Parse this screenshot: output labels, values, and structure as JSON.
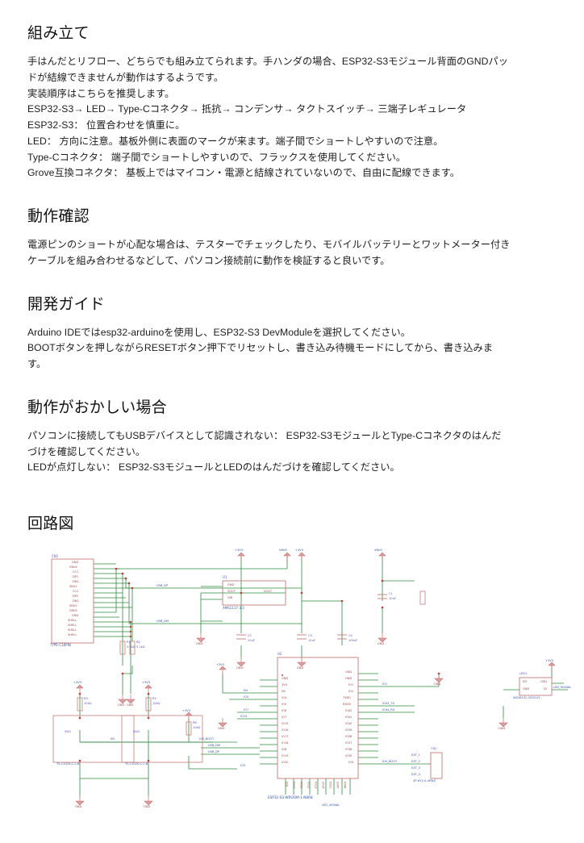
{
  "sections": [
    {
      "id": "assembly",
      "heading": "組み立て",
      "lines": [
        "手はんだとリフロー、どちらでも組み立てられます。手ハンダの場合、ESP32-S3モジュール背面のGNDパッ",
        "ドが結線できませんが動作はするようです。",
        "実装順序はこちらを推奨します。",
        "ESP32-S3→ LED→ Type-Cコネクタ→ 抵抗→ コンデンサ→ タクトスイッチ→ 三端子レギュレータ",
        "ESP32-S3： 位置合わせを慎重に。",
        "LED： 方向に注意。基板外側に表面のマークが来ます。端子間でショートしやすいので注意。",
        "Type-Cコネクタ： 端子間でショートしやすいので、フラックスを使用してください。",
        "Grove互換コネクタ： 基板上ではマイコン・電源と結線されていないので、自由に配線できます。"
      ]
    },
    {
      "id": "operation-check",
      "heading": "動作確認",
      "lines": [
        "電源ピンのショートが心配な場合は、テスターでチェックしたり、モバイルバッテリーとワットメーター付き",
        "ケーブルを組み合わせるなどして、パソコン接続前に動作を検証すると良いです。"
      ]
    },
    {
      "id": "dev-guide",
      "heading": "開発ガイド",
      "lines": [
        "Arduino IDEではesp32-arduinoを使用し、ESP32-S3 DevModuleを選択してください。",
        "BOOTボタンを押しながらRESETボタン押下でリセットし、書き込み待機モードにしてから、書き込みま",
        "す。"
      ]
    },
    {
      "id": "troubleshooting",
      "heading": "動作がおかしい場合",
      "lines": [
        "パソコンに接続してもUSBデバイスとして認識されない： ESP32-S3モジュールとType-Cコネクタのはんだ",
        "づけを確認してください。",
        "LEDが点灯しない： ESP32-S3モジュールとLEDのはんだづけを確認してください。"
      ]
    },
    {
      "id": "schematic",
      "heading": "回路図",
      "lines": []
    }
  ],
  "schematic": {
    "colors": {
      "component_outline": "#c97a7a",
      "wire": "#2e8b3f",
      "designator": "#5555cc",
      "pin_label": "#9a4a4a",
      "net_label": "#3355aa",
      "junction": "#c0392b",
      "power_symbol": "#cc6666"
    },
    "components": [
      {
        "ref": "CN1",
        "value": "TYPE-C16PIN",
        "type": "usb-c-connector",
        "pins": [
          "GND",
          "VBUS",
          "CC1",
          "DP1",
          "DN1",
          "SBU1",
          "CC2",
          "DP2",
          "DN2",
          "SBU2",
          "VBUS",
          "GND",
          "SHELL",
          "SHELL",
          "SHELL",
          "SHELL"
        ]
      },
      {
        "ref": "U1",
        "value": "AMS1117-3.3",
        "type": "ldo-regulator",
        "pins": [
          "GND",
          "VOUT",
          "VIN",
          "VOUT"
        ]
      },
      {
        "ref": "U2",
        "value": "ESP32-S3-WROOM-1-N8R8",
        "type": "mcu-module",
        "left_pins": [
          "GND",
          "3V3",
          "EN",
          "IO4",
          "IO5",
          "IO6",
          "IO7",
          "IO15",
          "IO16",
          "IO17",
          "IO18",
          "IO8",
          "IO19",
          "IO20"
        ],
        "right_pins": [
          "GND",
          "GND",
          "IO1",
          "IO2",
          "TXD0",
          "RXD0",
          "IO42",
          "IO41",
          "IO40",
          "IO39",
          "IO38",
          "IO37",
          "IO36",
          "IO35",
          "IO0"
        ],
        "bottom_pins": [
          "IO9",
          "IO10",
          "IO11",
          "IO12",
          "IO13",
          "IO14",
          "IO21",
          "IO47",
          "IO48",
          "IO45",
          "IO46"
        ]
      },
      {
        "ref": "LED1",
        "value": "WS2812C-2020-V1",
        "type": "rgb-led",
        "pins": [
          "DO",
          "VDD",
          "GND",
          "DI"
        ]
      },
      {
        "ref": "CN2",
        "value": "2P-HY2.0-4PWZ",
        "type": "grove-connector",
        "pins": [
          "1",
          "2",
          "3",
          "4"
        ]
      },
      {
        "ref": "SW1",
        "value": "TS-1102S-C-C-B",
        "type": "tact-switch"
      },
      {
        "ref": "SW2",
        "value": "TS-1102S-C-C-B",
        "type": "tact-switch"
      },
      {
        "ref": "R1",
        "value": "5.1kΩ",
        "type": "resistor"
      },
      {
        "ref": "R2",
        "value": "5.1kΩ",
        "type": "resistor"
      },
      {
        "ref": "R3",
        "value": "10kΩ",
        "type": "resistor"
      },
      {
        "ref": "R4",
        "value": "10kΩ",
        "type": "resistor"
      },
      {
        "ref": "R5",
        "value": "10kΩ",
        "type": "resistor"
      },
      {
        "ref": "R6",
        "value": "10kΩ",
        "type": "resistor"
      },
      {
        "ref": "C1",
        "value": "10uF",
        "type": "capacitor"
      },
      {
        "ref": "C2",
        "value": "10uF",
        "type": "capacitor"
      },
      {
        "ref": "C3",
        "value": "10uF",
        "type": "capacitor"
      },
      {
        "ref": "C4",
        "value": "100nF",
        "type": "capacitor"
      }
    ],
    "net_labels": [
      "VBUS",
      "VBUS",
      "USB_DP",
      "USB_DM",
      "+3V3",
      "+3V3",
      "+3V3",
      "+3V3",
      "+3V3",
      "+3V3",
      "+3V3",
      "GND",
      "EN",
      "IO0_BOOT",
      "IO3",
      "USB_DM",
      "USB_DP",
      "IO4",
      "IO7",
      "IO15",
      "IO1",
      "IO43_TX",
      "IO44_RX",
      "IO0_BOOT",
      "LED_SIGNAL",
      "LED_SIGNAL",
      "EXT_1",
      "EXT_2",
      "EXT_3",
      "EXT_4"
    ],
    "labels": {
      "cn1_ref": "CN1",
      "cn1_value": "TYPE-C16PIN",
      "cn1_pins": [
        "GND",
        "VBUS",
        "CC1",
        "DP1",
        "DN1",
        "SBU1",
        "CC2",
        "DP2",
        "DN2",
        "SBU2",
        "VBUS",
        "GND",
        "SHELL",
        "SHELL",
        "SHELL",
        "SHELL"
      ],
      "u1_ref": "U1",
      "u1_value": "AMS1117-3.3",
      "u1_gnd": "GND",
      "u1_vout_l": "VOUT",
      "u1_vout_r": "VOUT",
      "u1_vin": "VIN",
      "u2_ref": "U2",
      "u2_value": "ESP32-S3-WROOM-1-N8R8",
      "led1_ref": "LED1",
      "led1_value": "WS2812C-2020-V1",
      "led1_do": "DO",
      "led1_vdd": "VDD",
      "led1_gnd": "GND",
      "led1_di": "DI",
      "cn2_ref": "CN2",
      "cn2_value": "2P-HY2.0-4PWZ",
      "sw1_ref": "SW1",
      "sw2_ref": "SW2",
      "sw_value": "TS-1102S-C-C-B",
      "r1_ref": "R1",
      "r1_val": "5.1kΩ",
      "r2_ref": "R2",
      "r2_val": "5.1kΩ",
      "r3_ref": "R3",
      "r3_val": "10kΩ",
      "r4_ref": "R4",
      "r4_val": "10kΩ",
      "r5_ref": "R5",
      "r5_val": "10kΩ",
      "r6_ref": "R6",
      "r6_val": "10kΩ",
      "c1_ref": "C1",
      "c1_val": "10uF",
      "c2_ref": "C2",
      "c2_val": "10uF",
      "c3_ref": "C3",
      "c3_val": "10uF",
      "c4_ref": "C4",
      "c4_val": "100nF",
      "gnd": "GND",
      "vbus": "VBUS",
      "v3v3": "+3V3",
      "usb_dp": "USB_DP",
      "usb_dm": "USB_DM",
      "en": "EN",
      "io0_boot": "IO0_BOOT",
      "io3": "IO3",
      "io4": "IO4",
      "io7": "IO7",
      "io15": "IO15",
      "io1": "IO1",
      "io43_tx": "IO43_TX",
      "io44_rx": "IO44_RX",
      "led_signal": "LED_SIGNAL",
      "ext1": "EXT_1",
      "ext2": "EXT_2",
      "ext3": "EXT_3",
      "ext4": "EXT_4",
      "u2_left_pins": [
        "GND",
        "3V3",
        "EN",
        "IO4",
        "IO5",
        "IO6",
        "IO7",
        "IO15",
        "IO16",
        "IO17",
        "IO18",
        "IO8",
        "IO19",
        "IO20"
      ],
      "u2_right_pins": [
        "GND",
        "GND",
        "IO1",
        "IO2",
        "TXD0",
        "RXD0",
        "IO42",
        "IO41",
        "IO40",
        "IO39",
        "IO38",
        "IO37",
        "IO36",
        "IO35",
        "IO0"
      ],
      "u2_bottom_pins": [
        "IO9",
        "IO10",
        "IO11",
        "IO12",
        "IO13",
        "IO14",
        "IO21",
        "IO47",
        "IO48",
        "IO45",
        "IO46"
      ]
    }
  }
}
